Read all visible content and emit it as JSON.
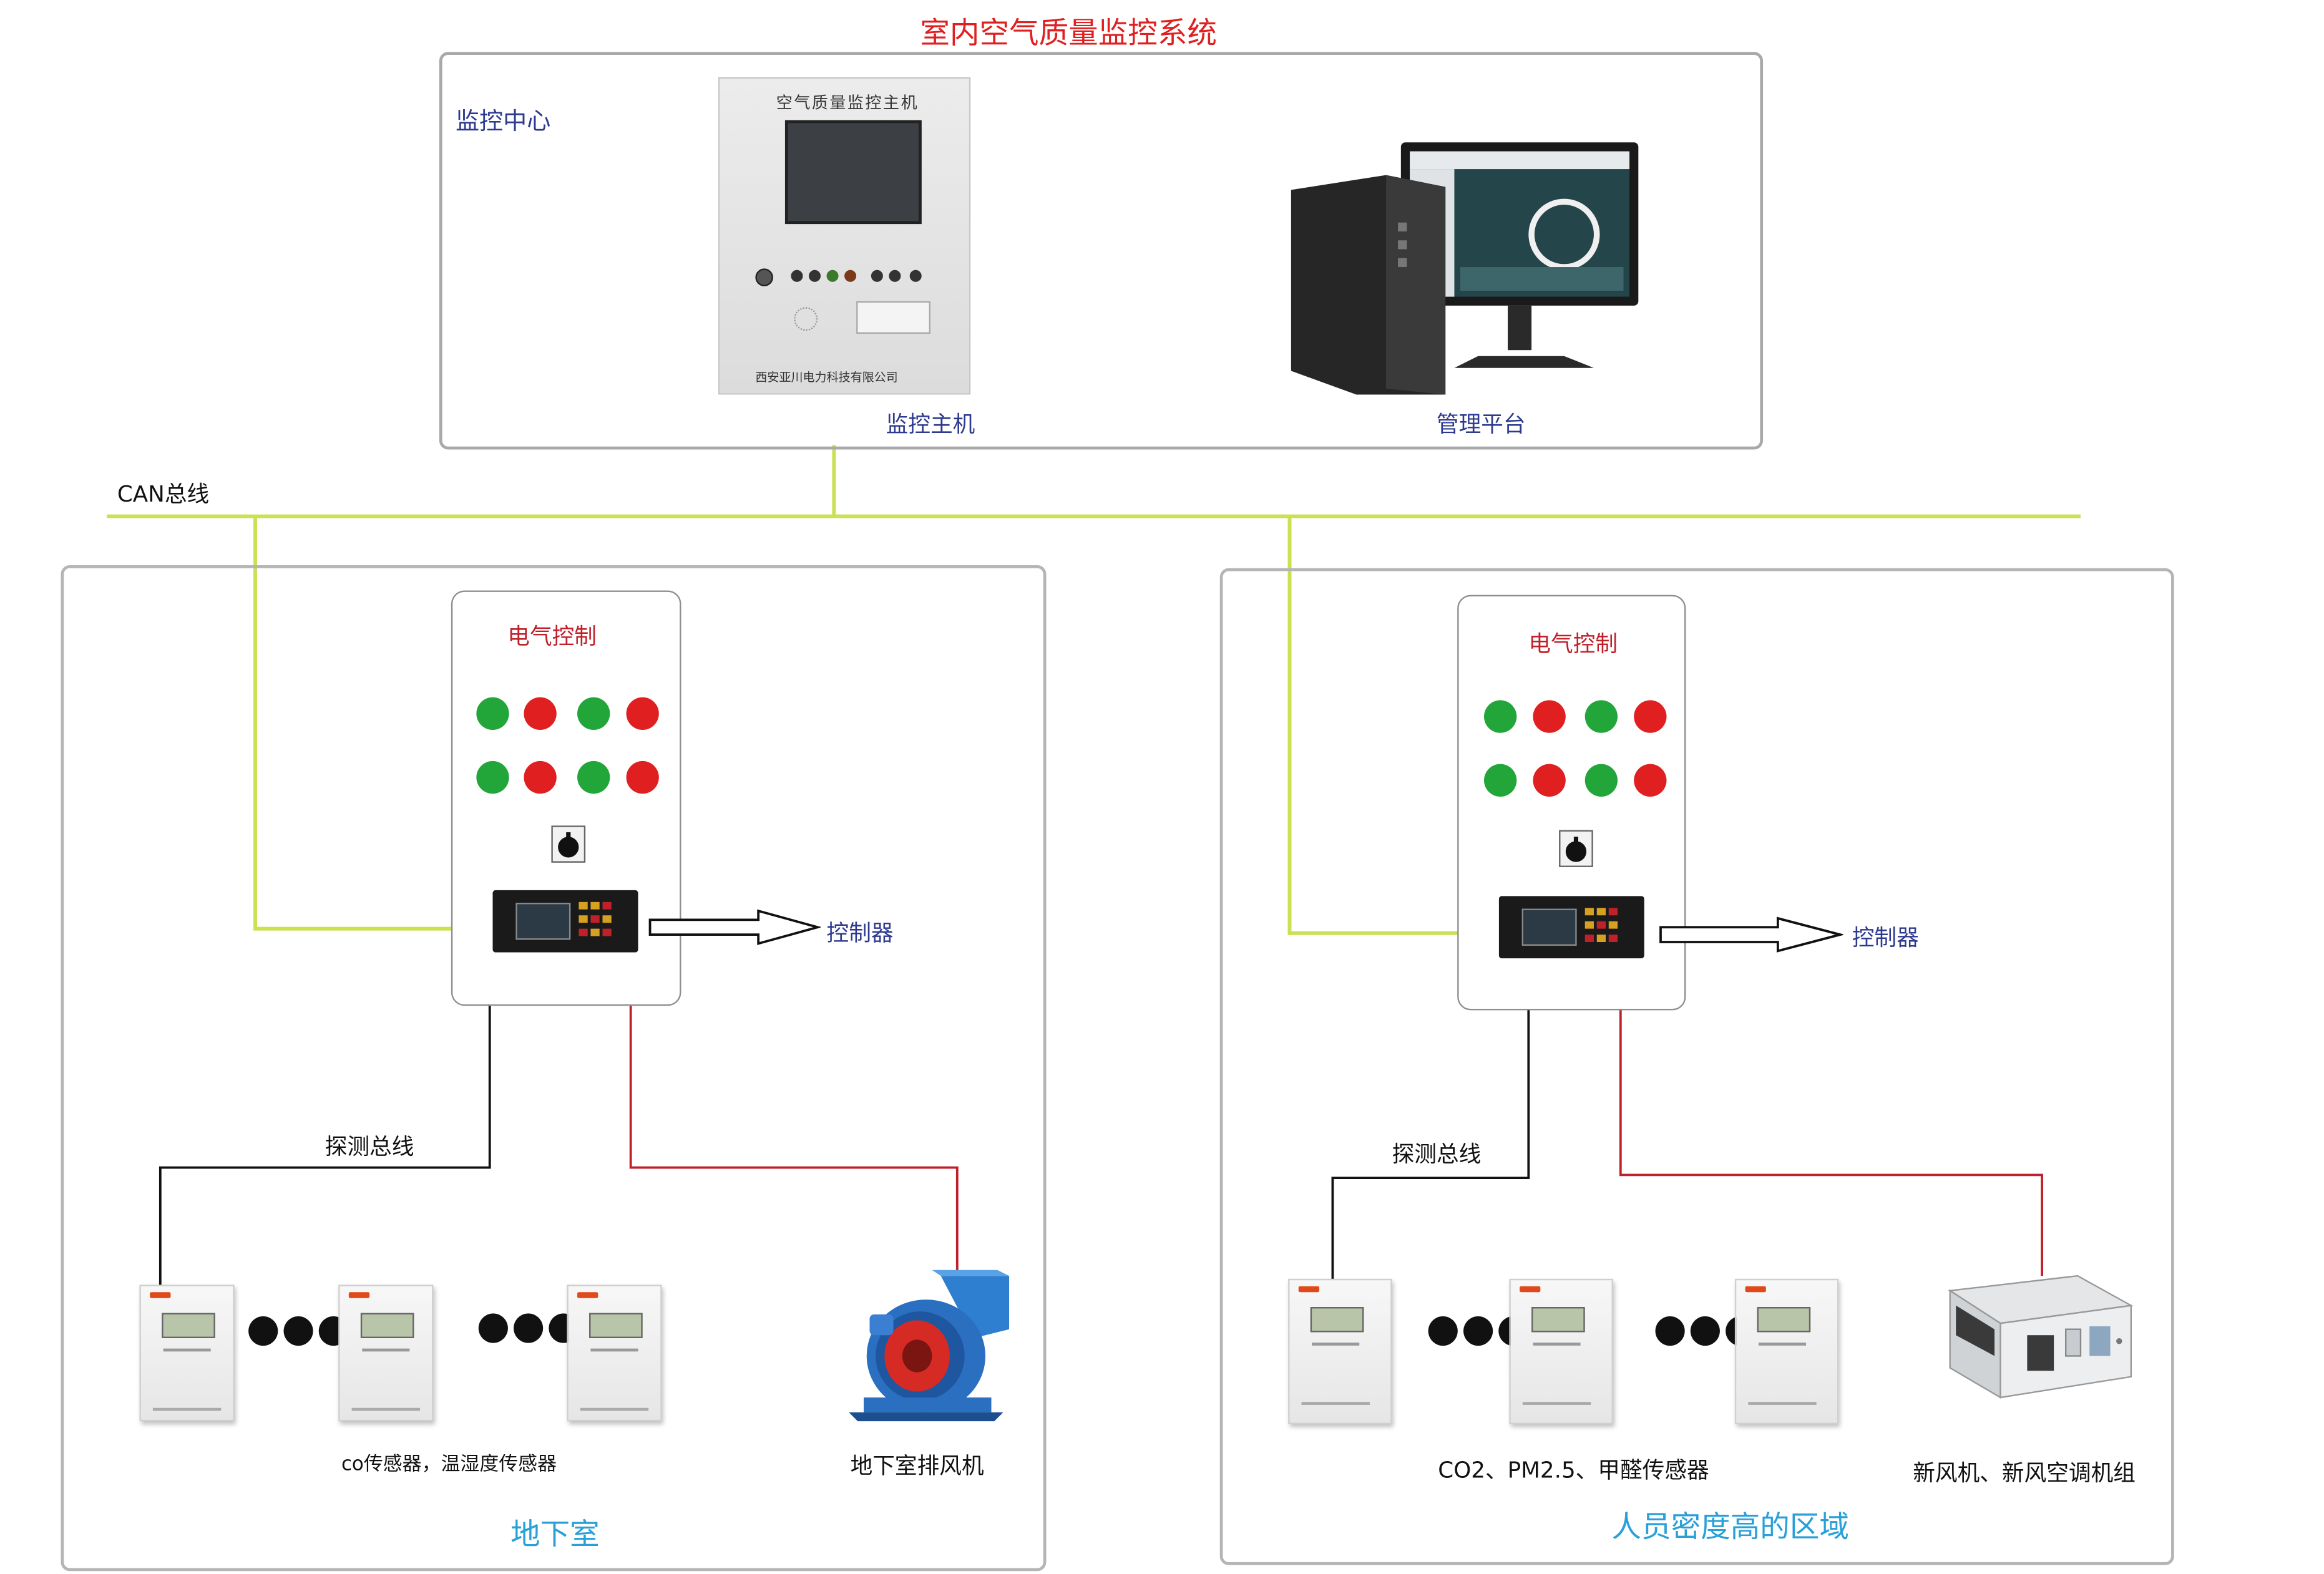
{
  "title": "室内空气质量监控系统",
  "monitor_center": {
    "label": "监控中心",
    "host_panel_title": "空气质量监控主机",
    "host_panel_maker": "西安亚川电力科技有限公司",
    "host_caption": "监控主机",
    "platform_caption": "管理平台"
  },
  "bus": {
    "can_label": "CAN总线",
    "detect_label": "探测总线"
  },
  "left_zone": {
    "title": "地下室",
    "cabinet_title": "电气控制",
    "controller_label": "控制器",
    "sensors_caption": "co传感器，温湿度传感器",
    "device_caption": "地下室排风机",
    "dots": "●●●"
  },
  "right_zone": {
    "title": "人员密度高的区域",
    "cabinet_title": "电气控制",
    "controller_label": "控制器",
    "sensors_caption": "CO2、PM2.5、甲醛传感器",
    "device_caption": "新风机、新风空调机组",
    "dots": "●●●"
  },
  "colors": {
    "title_red": "#e02020",
    "label_blue": "#2d3a8f",
    "cabinet_red": "#c0202a",
    "zone_blue": "#2aa0d8",
    "bus_green": "#cce052",
    "signal_red": "#c0202a",
    "light_green": "#22a63a",
    "light_red": "#e02020"
  },
  "icons": [
    "monitor-host-cabinet",
    "desktop-computer-icon",
    "controller-unit-icon",
    "rotary-switch-icon",
    "arrow-right-icon",
    "sensor-device-icon",
    "centrifugal-fan-icon",
    "air-handling-unit-icon"
  ]
}
